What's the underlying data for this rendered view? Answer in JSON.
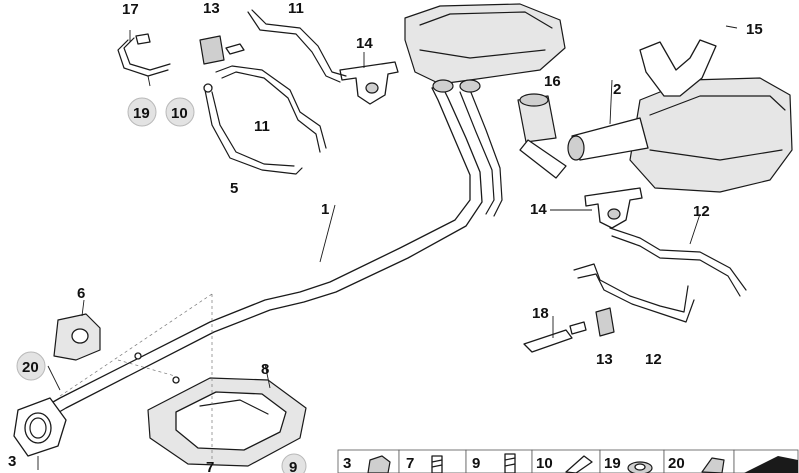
{
  "callouts": {
    "c1": "1",
    "c2": "2",
    "c3": "3",
    "c5": "5",
    "c6": "6",
    "c7": "7",
    "c8": "8",
    "c10": "10",
    "c11a": "11",
    "c11b": "11",
    "c12a": "12",
    "c12b": "12",
    "c13a": "13",
    "c13b": "13",
    "c14a": "14",
    "c14b": "14",
    "c15": "15",
    "c16": "16",
    "c17": "17",
    "c18": "18",
    "c19": "19",
    "c20": "20",
    "c9": "9"
  },
  "legend": [
    "3",
    "7",
    "9",
    "10",
    "19",
    "20"
  ]
}
